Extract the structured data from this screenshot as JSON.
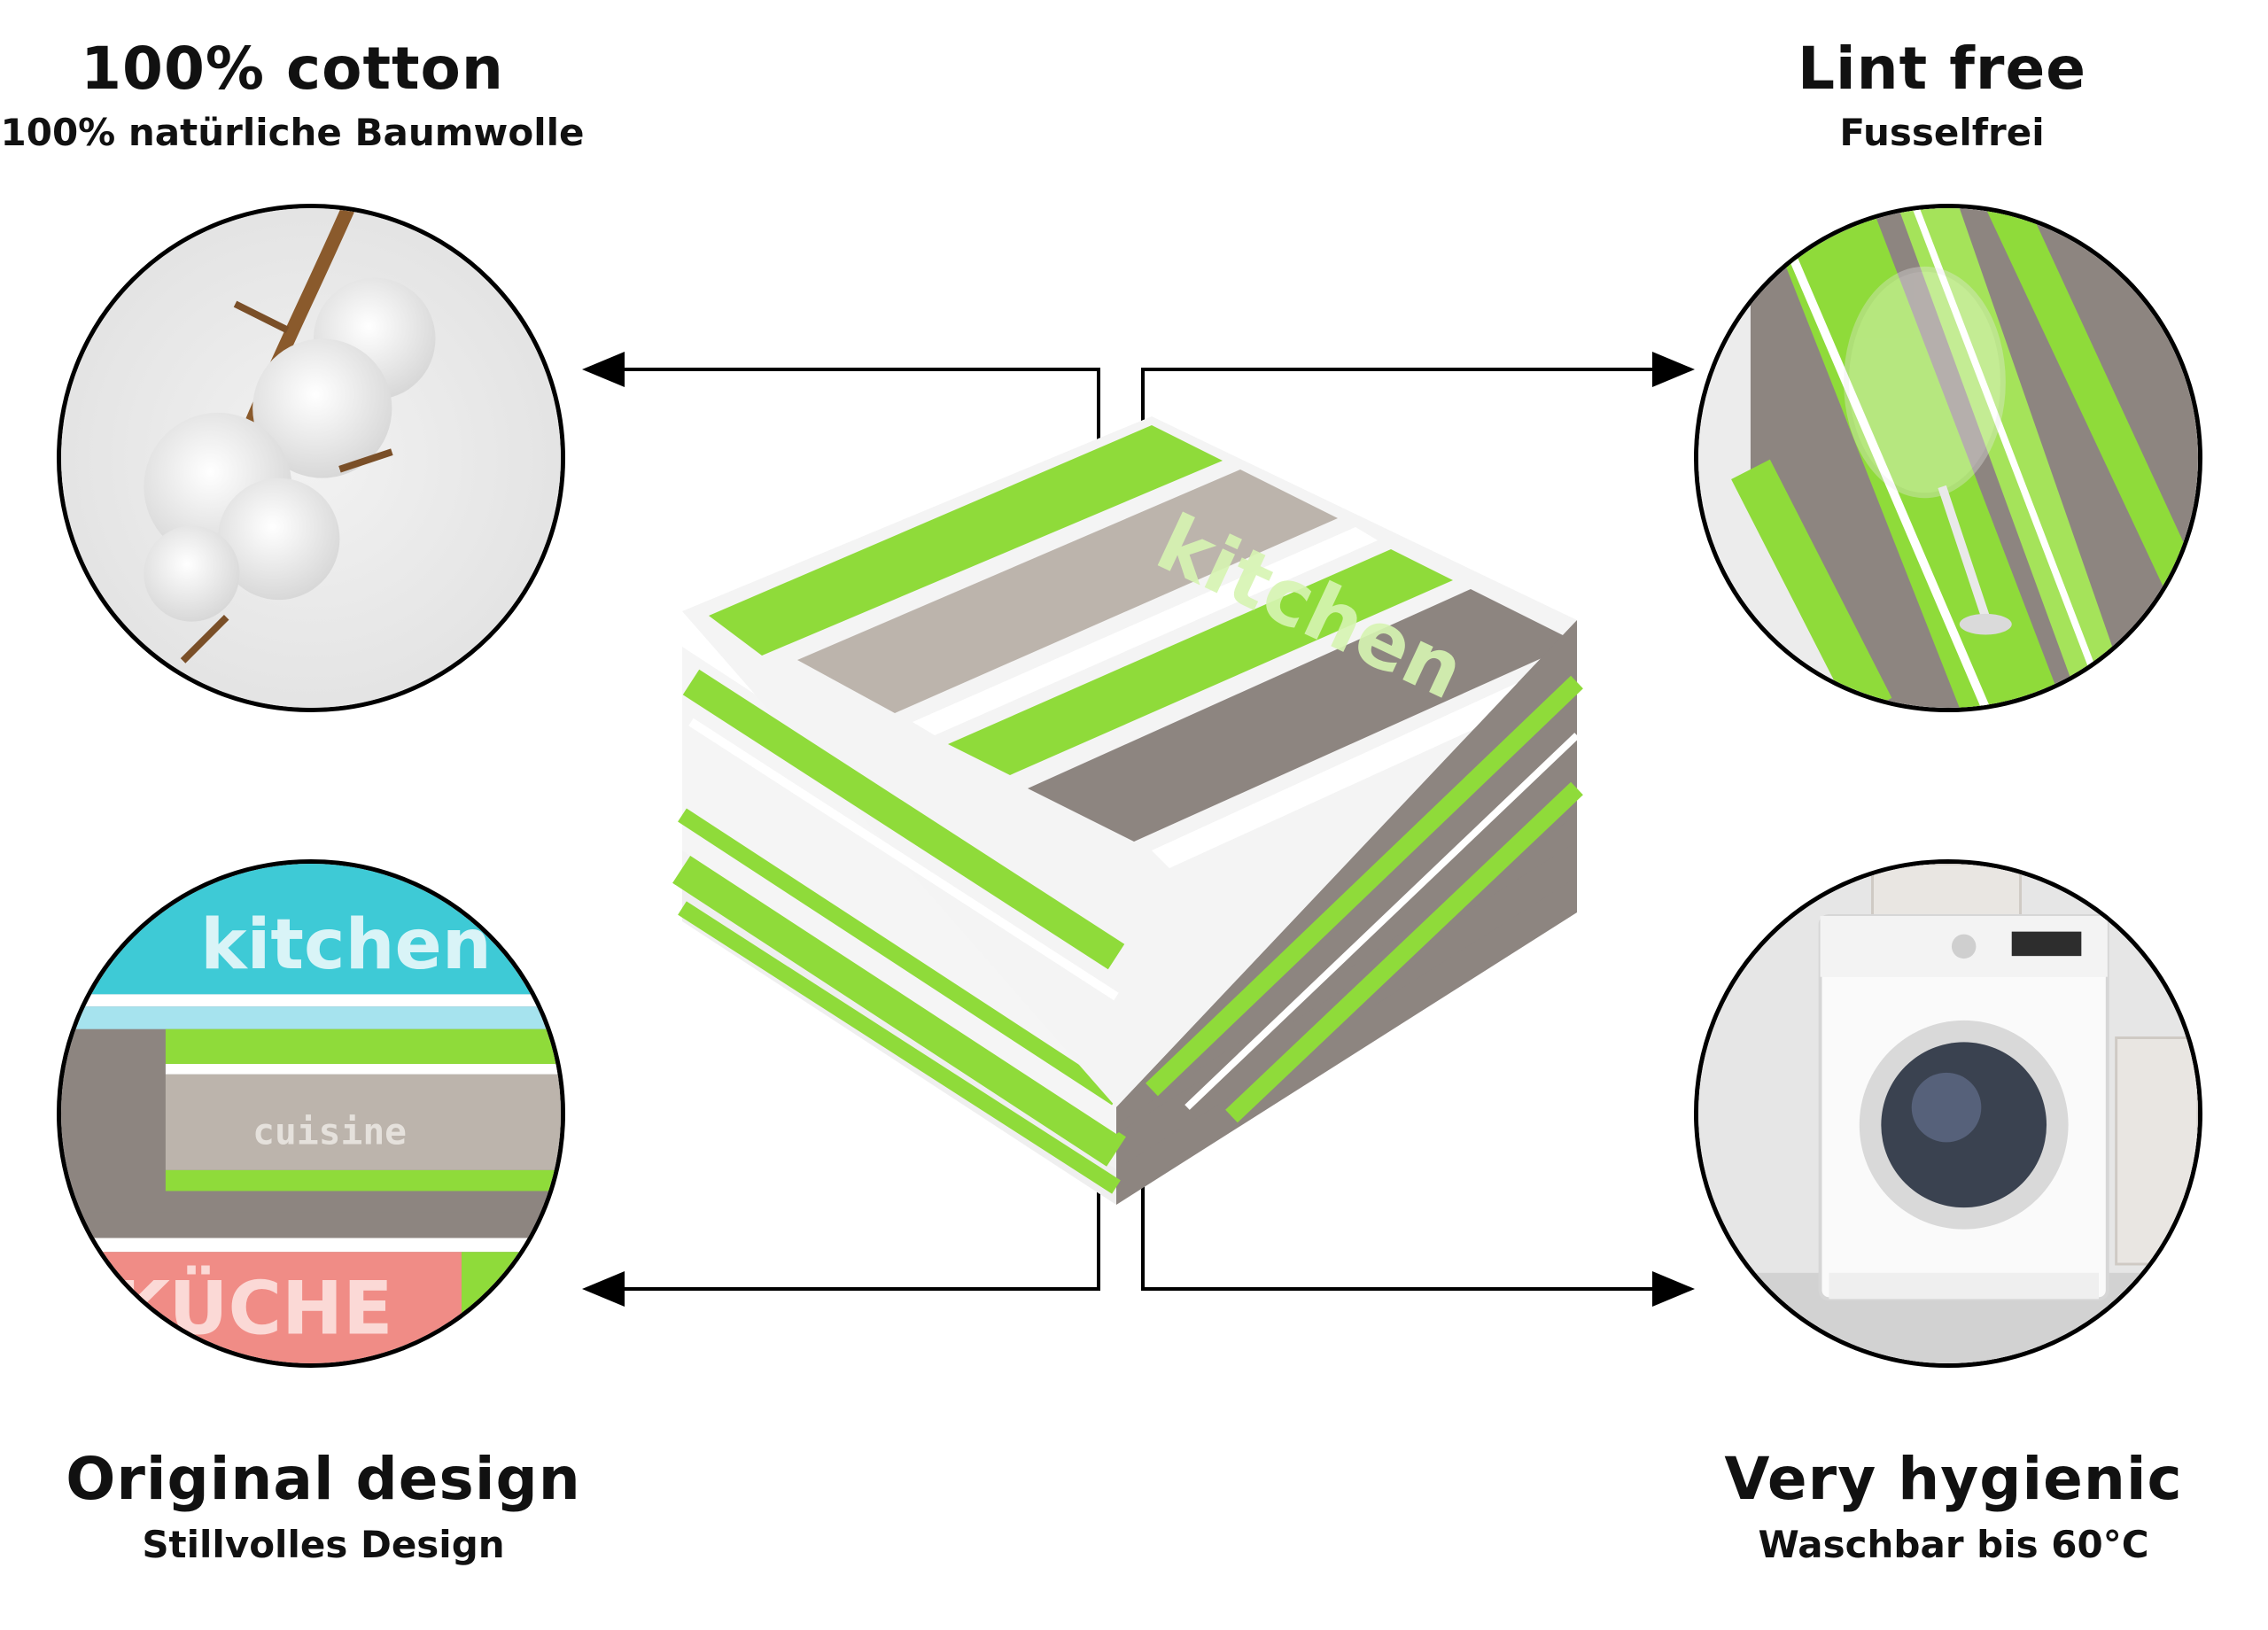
{
  "features": {
    "top_left": {
      "title": "100% cotton",
      "subtitle": "100% natürliche Baumwolle"
    },
    "top_right": {
      "title": "Lint free",
      "subtitle": "Fusselfrei"
    },
    "bottom_left": {
      "title": "Original design",
      "subtitle": "Stillvolles Design"
    },
    "bottom_right": {
      "title": "Very hygienic",
      "subtitle": "Waschbar bis 60°C"
    }
  },
  "towel_prints": {
    "stack_word": "kitchen",
    "design_word_1": "kitchen",
    "design_word_2": "cuisine",
    "design_word_3": "KÜCHE"
  },
  "colors": {
    "lime_green": "#8fdb3a",
    "taupe": "#8d8580",
    "light_taupe": "#bcb4ac",
    "turquoise": "#3ecad6",
    "coral": "#f08c86",
    "outline": "#000000"
  },
  "icons": {
    "cotton": "cotton-boll-photo",
    "glass": "wine-glass-on-towel-photo",
    "design": "towel-designs-photo",
    "washer": "washing-machine-photo"
  }
}
